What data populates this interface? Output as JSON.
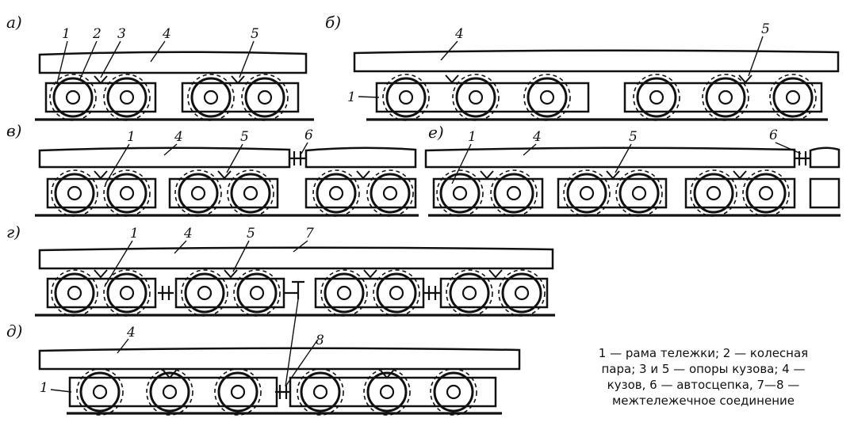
{
  "panels": {
    "a": "а)",
    "b": "б)",
    "v": "в)",
    "g": "г)",
    "d": "д)",
    "e": "е)"
  },
  "labels": {
    "n1": "1",
    "n2": "2",
    "n3": "3",
    "n4": "4",
    "n5": "5",
    "n6": "6",
    "n7": "7",
    "n8": "8"
  },
  "legend": {
    "line1": "1 — рама тележки; 2 — колесная",
    "line2": "пара; 3 и 5 — опоры кузова; 4 —",
    "line3": "кузов, 6 — автосцепка, 7—8 —",
    "line4": "межтележечное соединение"
  },
  "colors": {
    "ink": "#111111",
    "paper": "#ffffff"
  }
}
